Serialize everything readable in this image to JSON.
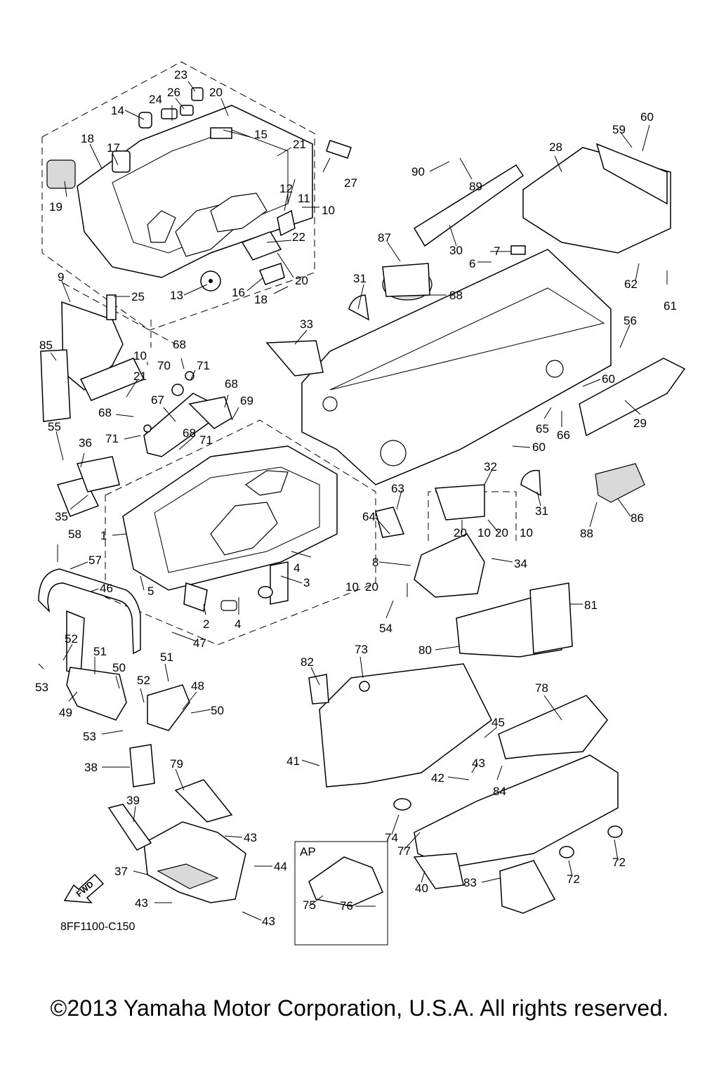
{
  "diagram_code": "8FF1100-C150",
  "copyright": "©2013 Yamaha Motor Corporation, U.S.A. All rights reserved.",
  "fwd_label": "FWD",
  "ap_label": "AP",
  "callouts": [
    {
      "t": "23"
    },
    {
      "t": "26"
    },
    {
      "t": "24"
    },
    {
      "t": "20"
    },
    {
      "t": "14"
    },
    {
      "t": "15"
    },
    {
      "t": "18"
    },
    {
      "t": "17"
    },
    {
      "t": "21"
    },
    {
      "t": "27"
    },
    {
      "t": "12"
    },
    {
      "t": "11"
    },
    {
      "t": "19"
    },
    {
      "t": "10"
    },
    {
      "t": "22"
    },
    {
      "t": "20"
    },
    {
      "t": "13"
    },
    {
      "t": "16"
    },
    {
      "t": "18"
    },
    {
      "t": "9"
    },
    {
      "t": "25"
    },
    {
      "t": "85"
    },
    {
      "t": "10"
    },
    {
      "t": "21"
    },
    {
      "t": "68"
    },
    {
      "t": "70"
    },
    {
      "t": "71"
    },
    {
      "t": "68"
    },
    {
      "t": "69"
    },
    {
      "t": "67"
    },
    {
      "t": "68"
    },
    {
      "t": "71"
    },
    {
      "t": "68"
    },
    {
      "t": "71"
    },
    {
      "t": "55"
    },
    {
      "t": "36"
    },
    {
      "t": "35"
    },
    {
      "t": "1"
    },
    {
      "t": "58"
    },
    {
      "t": "57"
    },
    {
      "t": "46"
    },
    {
      "t": "5"
    },
    {
      "t": "4"
    },
    {
      "t": "3"
    },
    {
      "t": "2"
    },
    {
      "t": "4"
    },
    {
      "t": "47"
    },
    {
      "t": "52"
    },
    {
      "t": "51"
    },
    {
      "t": "53"
    },
    {
      "t": "50"
    },
    {
      "t": "49"
    },
    {
      "t": "51"
    },
    {
      "t": "52"
    },
    {
      "t": "48"
    },
    {
      "t": "50"
    },
    {
      "t": "53"
    },
    {
      "t": "38"
    },
    {
      "t": "79"
    },
    {
      "t": "39"
    },
    {
      "t": "43"
    },
    {
      "t": "37"
    },
    {
      "t": "44"
    },
    {
      "t": "43"
    },
    {
      "t": "43"
    },
    {
      "t": "90"
    },
    {
      "t": "89"
    },
    {
      "t": "28"
    },
    {
      "t": "59"
    },
    {
      "t": "60"
    },
    {
      "t": "30"
    },
    {
      "t": "87"
    },
    {
      "t": "7"
    },
    {
      "t": "6"
    },
    {
      "t": "62"
    },
    {
      "t": "61"
    },
    {
      "t": "31"
    },
    {
      "t": "88"
    },
    {
      "t": "33"
    },
    {
      "t": "56"
    },
    {
      "t": "60"
    },
    {
      "t": "29"
    },
    {
      "t": "65"
    },
    {
      "t": "66"
    },
    {
      "t": "60"
    },
    {
      "t": "32"
    },
    {
      "t": "31"
    },
    {
      "t": "63"
    },
    {
      "t": "64"
    },
    {
      "t": "20"
    },
    {
      "t": "10"
    },
    {
      "t": "20"
    },
    {
      "t": "10"
    },
    {
      "t": "86"
    },
    {
      "t": "88"
    },
    {
      "t": "8"
    },
    {
      "t": "34"
    },
    {
      "t": "10"
    },
    {
      "t": "20"
    },
    {
      "t": "54"
    },
    {
      "t": "81"
    },
    {
      "t": "80"
    },
    {
      "t": "73"
    },
    {
      "t": "82"
    },
    {
      "t": "78"
    },
    {
      "t": "45"
    },
    {
      "t": "41"
    },
    {
      "t": "43"
    },
    {
      "t": "42"
    },
    {
      "t": "84"
    },
    {
      "t": "74"
    },
    {
      "t": "77"
    },
    {
      "t": "72"
    },
    {
      "t": "72"
    },
    {
      "t": "40"
    },
    {
      "t": "83"
    },
    {
      "t": "75"
    },
    {
      "t": "76"
    }
  ]
}
